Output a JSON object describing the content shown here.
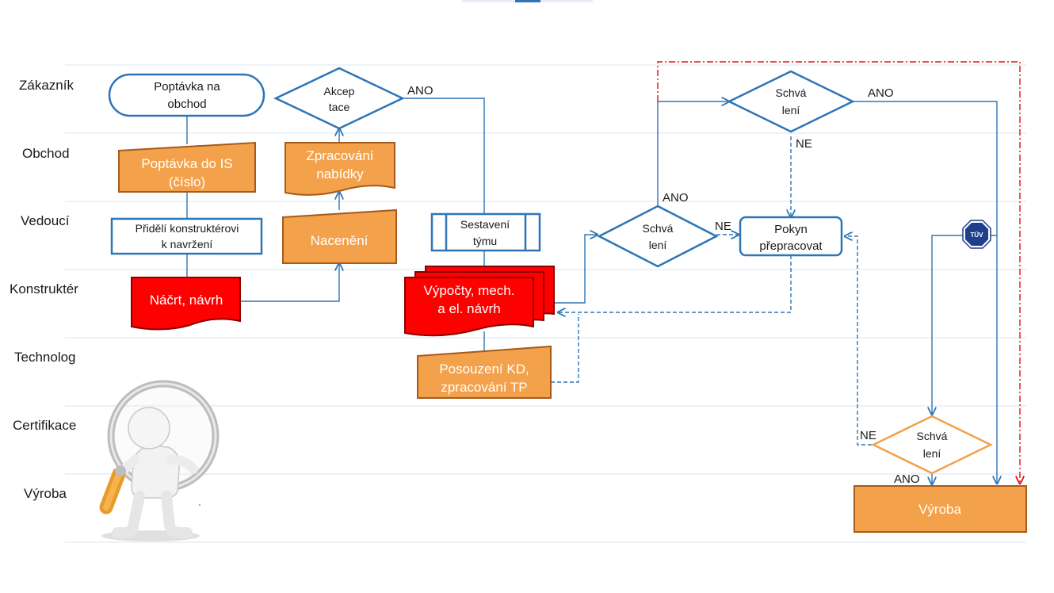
{
  "colors": {
    "blue": "#2e75b6",
    "orange": "#f4a14b",
    "orange_border": "#a75a1a",
    "red": "#ff0000",
    "red_border": "#8b0000",
    "lane_line": "#d9e4ef"
  },
  "lanes": [
    "Zákazník",
    "Obchod",
    "Vedoucí",
    "Konstruktér",
    "Technolog",
    "Certifikace",
    "Výroba"
  ],
  "nodes": {
    "poptavka_na_obchod": [
      "Poptávka na",
      "obchod"
    ],
    "poptavka_do_is": [
      "Poptávka do IS",
      "(číslo)"
    ],
    "prideli_konstrukterovi": [
      "Přidělí konstruktérovi",
      "k navržení"
    ],
    "nacrt_navrh": [
      "Náčrt, návrh"
    ],
    "akceptace": [
      "Akcep",
      "tace"
    ],
    "zpracovani_nabidky": [
      "Zpracování",
      "nabídky"
    ],
    "naceneni": [
      "Nacenění"
    ],
    "sestaveni_tymu": [
      "Sestavení",
      "týmu"
    ],
    "vypocty": [
      "Výpočty, mech.",
      "a el. návrh"
    ],
    "posouzeni_kd": [
      "Posouzení KD,",
      "zpracování TP"
    ],
    "schvaleni_konstrukter": [
      "Schvá",
      "lení"
    ],
    "pokyn_prepracovat": [
      "Pokyn",
      "přepracovat"
    ],
    "schvaleni_zakaznik": [
      "Schvá",
      "lení"
    ],
    "schvaleni_certifikace": [
      "Schvá",
      "lení"
    ],
    "vyroba": [
      "Výroba"
    ]
  },
  "edge_labels": {
    "akceptace_ano": "ANO",
    "schvaleni_konstrukter_ano": "ANO",
    "schvaleni_konstrukter_ne": "NE",
    "schvaleni_zakaznik_ano": "ANO",
    "schvaleni_zakaznik_ne": "NE",
    "schvaleni_certifikace_ne": "NE",
    "schvaleni_certifikace_ano": "ANO"
  },
  "tuv_badge": "TÜV",
  "illustration": "magnifying-glass-figure"
}
